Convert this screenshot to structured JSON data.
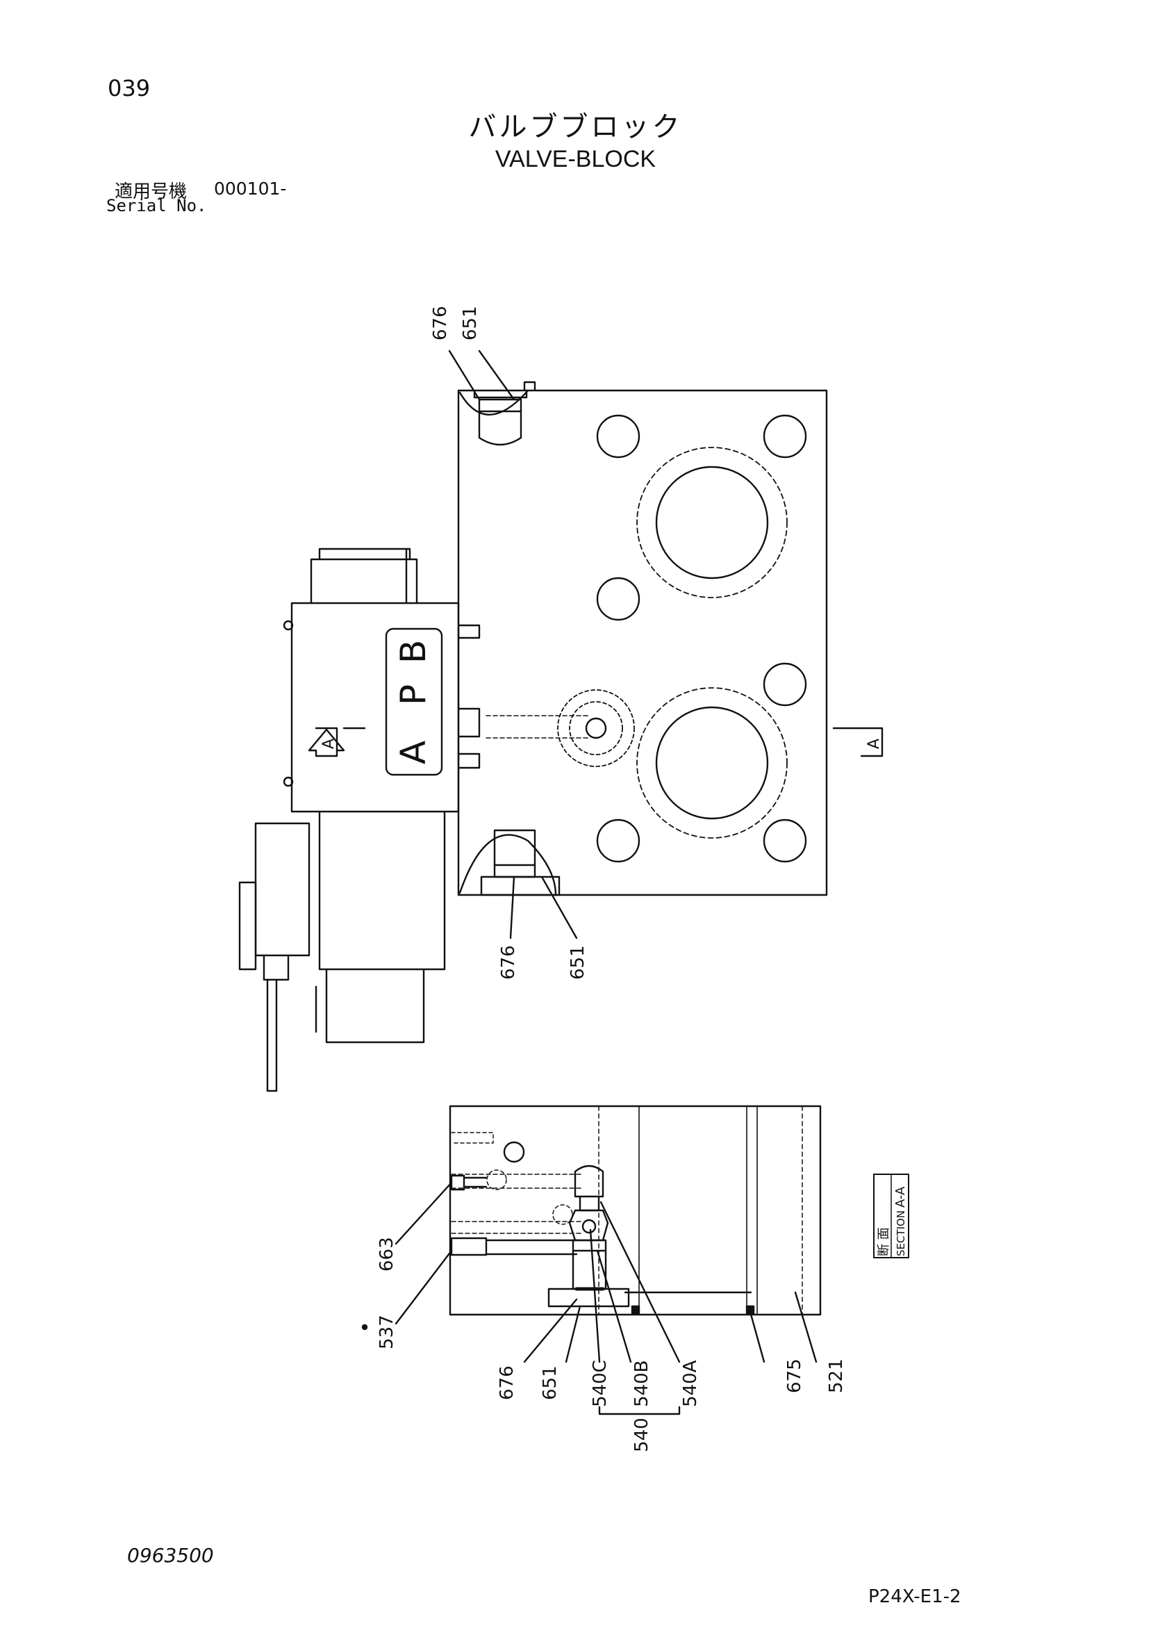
{
  "header": {
    "page_number": "039",
    "title_jp": "バルブブロック",
    "title_en": "VALVE-BLOCK",
    "serial_label_jp": "適用号機",
    "serial_value": "000101-",
    "serial_label_en": "Serial No."
  },
  "top_view": {
    "labels": {
      "port_a": "A",
      "port_p": "P",
      "port_b": "B",
      "section_a_left": "A",
      "section_a_right": "A"
    },
    "callouts": [
      "676",
      "651",
      "676",
      "651"
    ]
  },
  "section_view": {
    "section_label_jp": "断 面",
    "section_label_en": "SECTION",
    "section_id": "A-A",
    "callouts": [
      "663",
      "537",
      "676",
      "651",
      "540C",
      "540B",
      "540A",
      "675",
      "521",
      "540"
    ]
  },
  "footer": {
    "doc_id": "0963500",
    "page_code": "P24X-E1-2"
  }
}
